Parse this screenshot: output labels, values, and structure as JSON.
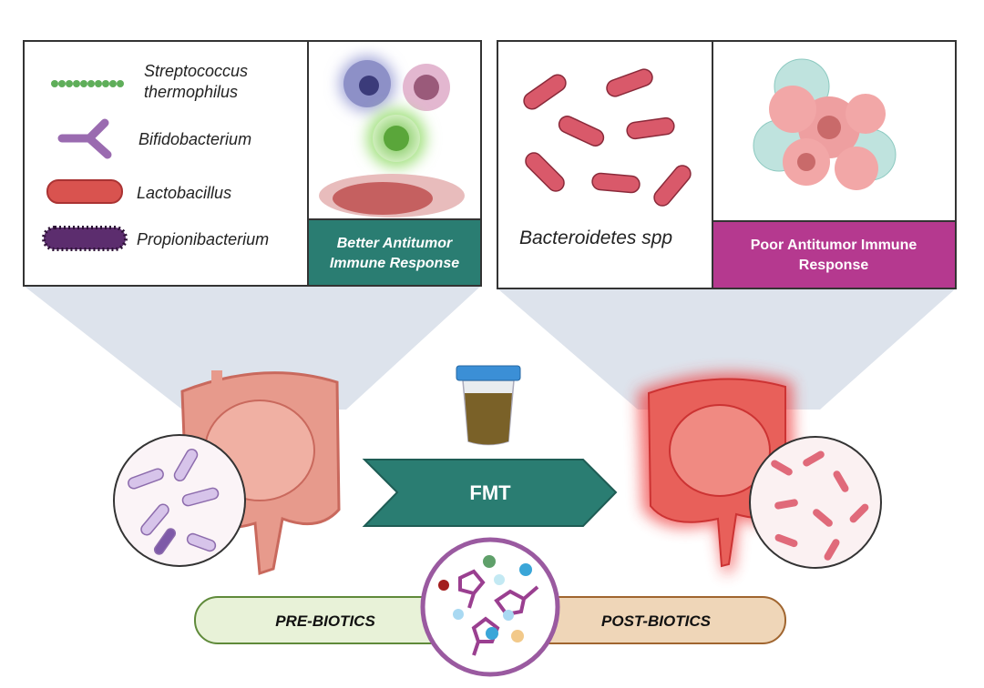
{
  "legend": {
    "items": [
      {
        "line1": "Streptococcus",
        "line2": "thermophilus",
        "icon": "chain-bacterium-icon"
      },
      {
        "line1": "Bifidobacterium",
        "icon": "branched-bacterium-icon"
      },
      {
        "line1": "Lactobacillus",
        "icon": "rod-bacterium-icon"
      },
      {
        "line1": "Propionibacterium",
        "icon": "hairy-rod-bacterium-icon"
      }
    ]
  },
  "good_panel": {
    "line1": "Better Antitumor",
    "line2": "Immune Response",
    "color": "#2a7d72"
  },
  "bad_panel": {
    "species": "Bacteroidetes spp",
    "line1": "Poor Antitumor Immune",
    "line2": "Response",
    "color": "#b5398f"
  },
  "fmt": {
    "label": "FMT",
    "color": "#2a7d72"
  },
  "pre": {
    "label": "PRE-BIOTICS",
    "fill": "#e8f2d8",
    "stroke": "#5f8a3a"
  },
  "post": {
    "label": "POST-BIOTICS",
    "fill": "#efd6b8",
    "stroke": "#a0652f"
  }
}
